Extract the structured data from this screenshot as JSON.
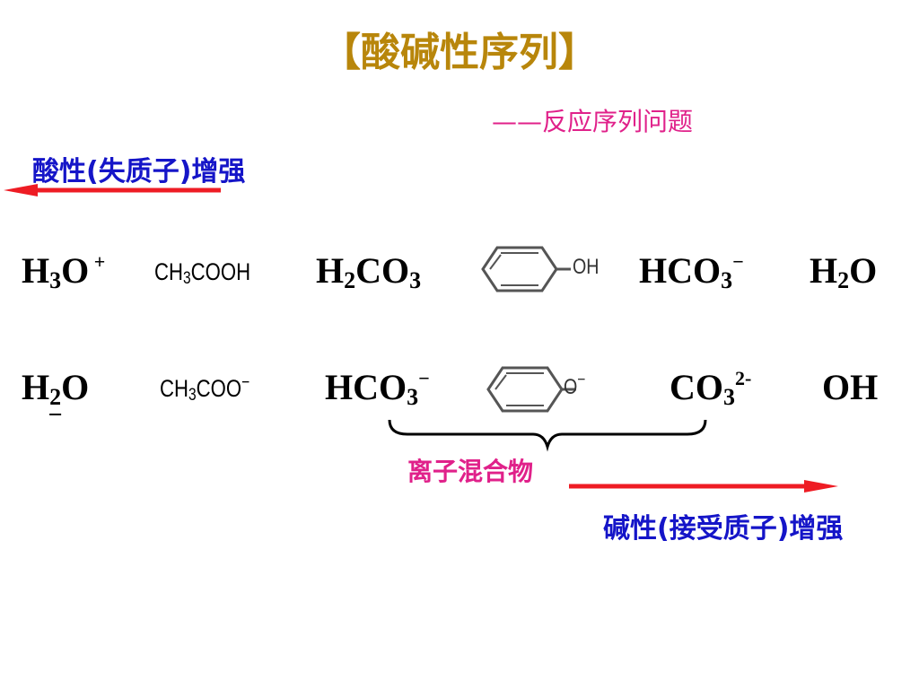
{
  "title": "【酸碱性序列】",
  "subtitle": "——反应序列问题",
  "acid_label": "酸性(失质子)增强",
  "base_label": "碱性(接受质子)增强",
  "mixture_label": "离子混合物",
  "arrow_color": "#ee1c24",
  "row1": {
    "h3o": {
      "base": "H",
      "sub1": "3",
      "mid": "O",
      "sup": " +"
    },
    "ch3cooh": {
      "a": "CH",
      "sub": "3",
      "b": "COOH"
    },
    "h2co3": {
      "a": "H",
      "sub1": "2",
      "b": "CO",
      "sub2": "3"
    },
    "phenol_oh": "OH",
    "hco3": {
      "a": "HCO",
      "sub": "3",
      "sup": "−"
    },
    "h2o": {
      "a": "H",
      "sub": "2",
      "b": "O"
    }
  },
  "row2": {
    "h2o": {
      "a": "H",
      "sub": "2",
      "b": "O"
    },
    "ch3coo": {
      "a": "CH",
      "sub": "3",
      "b": "COO",
      "sup": "−"
    },
    "hco3": {
      "a": "HCO",
      "sub": "3",
      "sup": "−"
    },
    "phenoxide_o": "O",
    "phenoxide_charge": "−",
    "co3": {
      "a": "CO",
      "sub": "3",
      "sup": "2-"
    },
    "oh": "OH"
  }
}
